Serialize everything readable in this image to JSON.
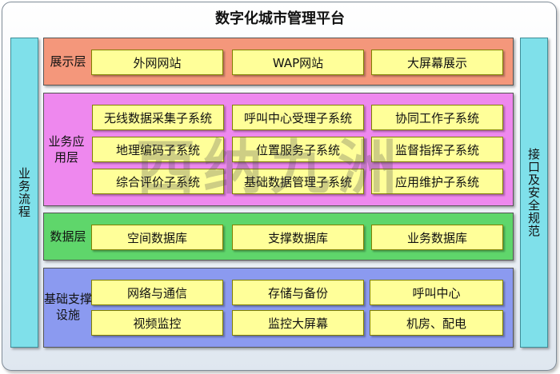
{
  "title": "数字化城市管理平台",
  "left_bar": "业务流程",
  "right_bar": "接口及安全规范",
  "watermark": "西纳九洲",
  "colors": {
    "presentation": "#f4977b",
    "application": "#ee88ee",
    "data": "#5fd66b",
    "infrastructure": "#8b9af0",
    "box": "#ffff99",
    "side": "#7fe0ea"
  },
  "layers": {
    "presentation": {
      "label": "展示层",
      "items": [
        "外网网站",
        "WAP网站",
        "大屏幕展示"
      ]
    },
    "application": {
      "label": "业务应用层",
      "items": [
        "无线数据采集子系统",
        "呼叫中心受理子系统",
        "协同工作子系统",
        "地理编码子系统",
        "位置服务子系统",
        "监督指挥子系统",
        "综合评价子系统",
        "基础数据管理子系统",
        "应用维护子系统"
      ]
    },
    "data": {
      "label": "数据层",
      "items": [
        "空间数据库",
        "支撑数据库",
        "业务数据库"
      ]
    },
    "infrastructure": {
      "label": "基础支撑设施",
      "items": [
        "网络与通信",
        "存储与备份",
        "呼叫中心",
        "视频监控",
        "监控大屏幕",
        "机房、配电"
      ]
    }
  }
}
